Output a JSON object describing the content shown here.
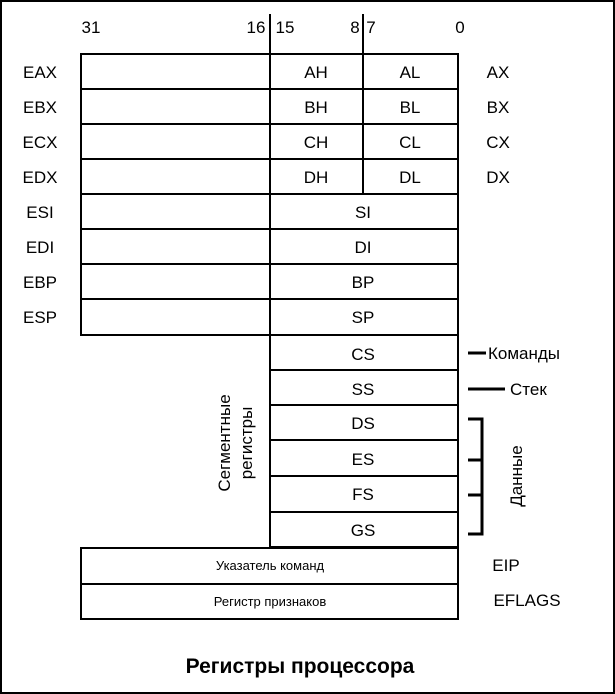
{
  "title": "Регистры процессора",
  "bit_labels": {
    "b31": "31",
    "b16": "16",
    "b15": "15",
    "b8": "8",
    "b7": "7",
    "b0": "0"
  },
  "gp_registers": [
    {
      "e": "EAX",
      "hi": "AH",
      "lo": "AL",
      "x": "AX"
    },
    {
      "e": "EBX",
      "hi": "BH",
      "lo": "BL",
      "x": "BX"
    },
    {
      "e": "ECX",
      "hi": "CH",
      "lo": "CL",
      "x": "CX"
    },
    {
      "e": "EDX",
      "hi": "DH",
      "lo": "DL",
      "x": "DX"
    }
  ],
  "index_registers": [
    {
      "e": "ESI",
      "x": "SI"
    },
    {
      "e": "EDI",
      "x": "DI"
    },
    {
      "e": "EBP",
      "x": "BP"
    },
    {
      "e": "ESP",
      "x": "SP"
    }
  ],
  "segment_registers": [
    "CS",
    "SS",
    "DS",
    "ES",
    "FS",
    "GS"
  ],
  "segment_label_line1": "Сегментные",
  "segment_label_line2": "регистры",
  "annotations": {
    "commands": "Команды",
    "stack": "Стек",
    "data": "Данные"
  },
  "eip": {
    "desc": "Указатель команд",
    "name": "EIP"
  },
  "eflags": {
    "desc": "Регистр признаков",
    "name": "EFLAGS"
  }
}
